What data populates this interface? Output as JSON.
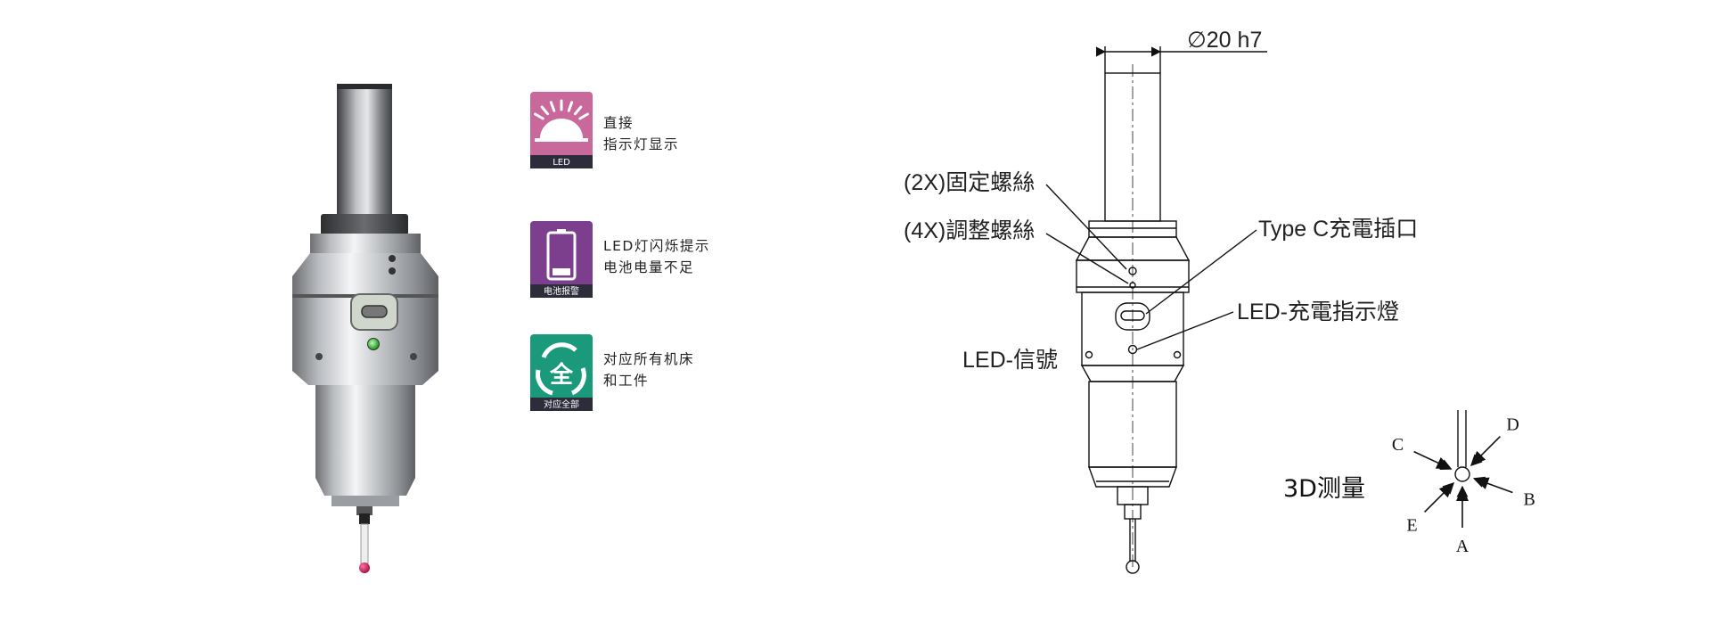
{
  "features": [
    {
      "badge": "LED",
      "badge_color": "#c9689a",
      "icon": "led-light-icon",
      "lines": [
        "直接",
        "指示灯显示"
      ]
    },
    {
      "badge": "电池报警",
      "badge_color": "#7b3f8e",
      "icon": "battery-icon",
      "lines": [
        "LED灯闪烁提示",
        "电池电量不足"
      ]
    },
    {
      "badge": "对应全部",
      "badge_color": "#1a9a7b",
      "icon": "recycle-all-icon",
      "icon_char": "全",
      "lines": [
        "对应所有机床",
        "和工件"
      ]
    }
  ],
  "diagram": {
    "dimension": "20 h7",
    "diameter_symbol": "∅",
    "callouts": {
      "set_screws": "(2X)固定螺絲",
      "adjust_screws": "(4X)調整螺絲",
      "usb_port": "Type C充電插口",
      "charge_led": "LED-充電指示燈",
      "signal_led": "LED-信號"
    }
  },
  "measurement": {
    "title": "3D测量",
    "directions": [
      "A",
      "B",
      "C",
      "D",
      "E"
    ]
  }
}
